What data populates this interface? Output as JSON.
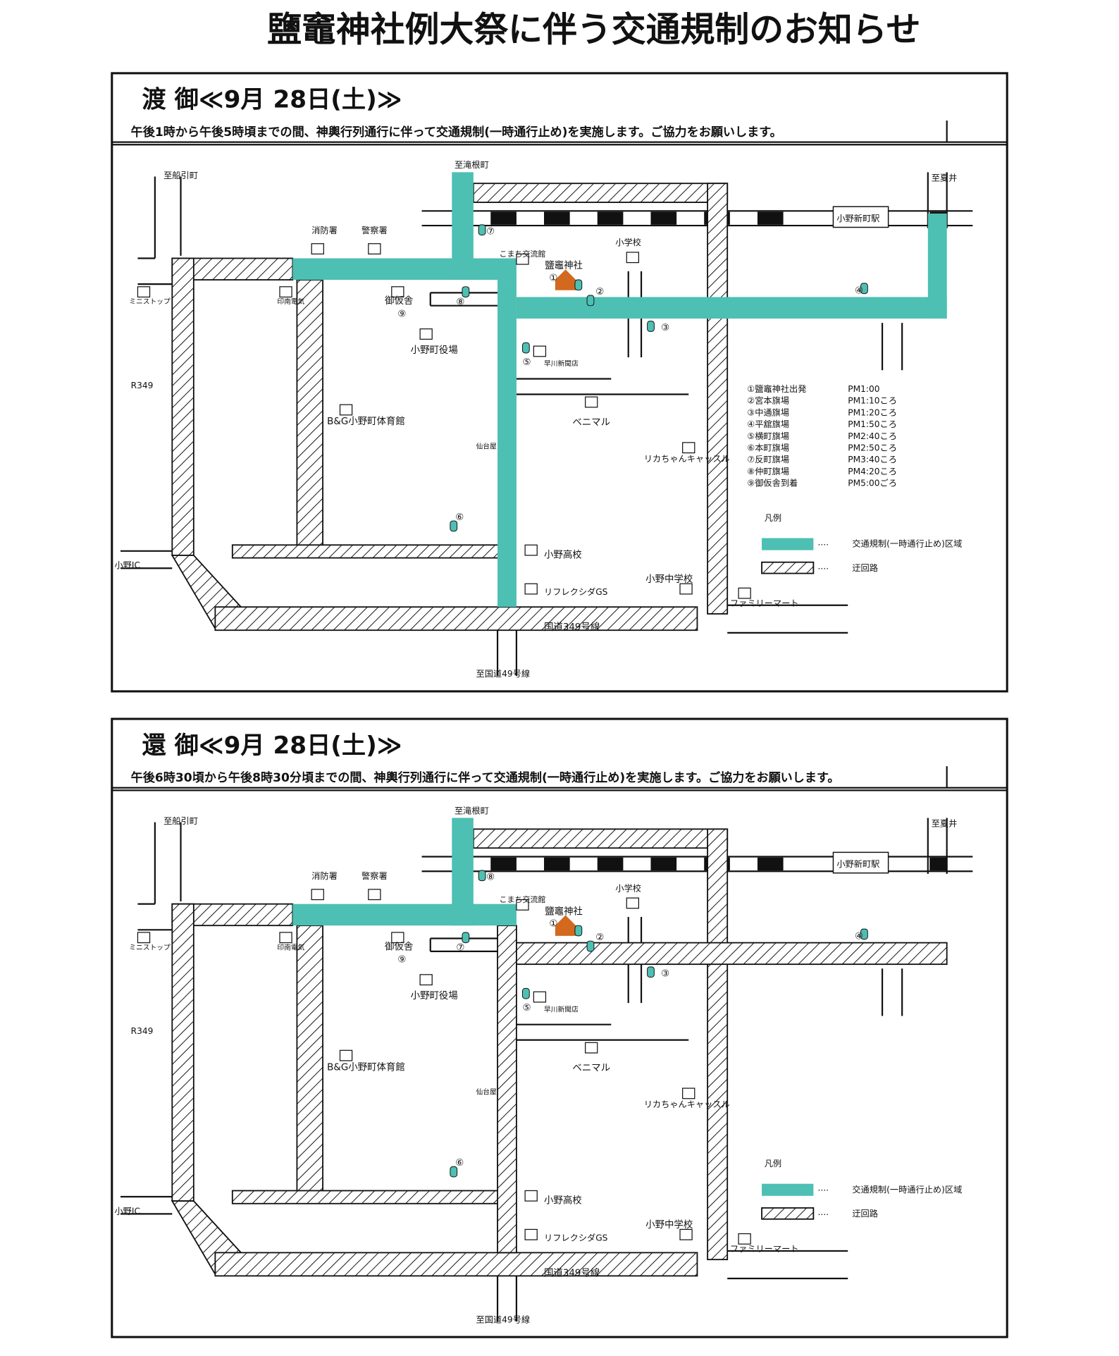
{
  "title": "鹽竈神社例大祭に伴う交通規制のお知らせ",
  "colors": {
    "restricted": "#4dbfb3",
    "line": "#111111",
    "shrine": "#d2691e"
  },
  "panels": [
    {
      "heading": "渡 御≪9月 28日(土)≫",
      "notice": "午後1時から午後5時頃までの間、神輿行列通行に伴って交通規制(一時通行止め)を実施します。ご協力をお願いします。",
      "markers": [
        "①",
        "②",
        "③",
        "④",
        "⑤",
        "⑥",
        "⑦",
        "⑧",
        "⑨"
      ],
      "schedule": [
        {
          "stop": "①鹽竈神社出発",
          "time": "PM1:00"
        },
        {
          "stop": "②宮本旗場",
          "time": "PM1:10ころ"
        },
        {
          "stop": "③中通旗場",
          "time": "PM1:20ころ"
        },
        {
          "stop": "④平舘旗場",
          "time": "PM1:50ころ"
        },
        {
          "stop": "⑤横町旗場",
          "time": "PM2:40ころ"
        },
        {
          "stop": "⑥本町旗場",
          "time": "PM2:50ころ"
        },
        {
          "stop": "⑦反町旗場",
          "time": "PM3:40ころ"
        },
        {
          "stop": "⑧仲町旗場",
          "time": "PM4:20ころ"
        },
        {
          "stop": "⑨御仮舎到着",
          "time": "PM5:00ごろ"
        }
      ]
    },
    {
      "heading": "還 御≪9月 28日(土)≫",
      "notice": "午後6時30頃から午後8時30分頃までの間、神輿行列通行に伴って交通規制(一時通行止め)を実施します。ご協力をお願いします。",
      "markers": [
        "①",
        "②",
        "③",
        "④",
        "⑤",
        "⑥",
        "⑧",
        "⑦",
        "⑨"
      ]
    }
  ],
  "map_labels": {
    "funabiki": "至船引町",
    "takine": "至滝根町",
    "natsui": "至夏井",
    "station": "小野新町駅",
    "fire": "消防署",
    "police": "警察署",
    "school": "小学校",
    "komachi": "こまち交流館",
    "shrine": "鹽竈神社",
    "ministop": "ミニストップ",
    "innan": "印南電気",
    "okarisha": "御仮舎",
    "townhall": "小野町役場",
    "hayakawa": "早川新聞店",
    "r349": "R349",
    "gym": "B&G小野町体育館",
    "benimaru": "ベニマル",
    "sendaiya": "仙台屋",
    "rika": "リカちゃんキャッスル",
    "highschool": "小野高校",
    "ic": "小野IC",
    "gs": "リフレクシダGS",
    "jhs": "小野中学校",
    "familymart": "ファミリーマート",
    "route349": "国道349号線",
    "route49": "至国道49号線"
  },
  "legend": {
    "title": "凡例",
    "dots": "····",
    "restricted": "交通規制(一時通行止め)区域",
    "detour": "迂回路"
  }
}
